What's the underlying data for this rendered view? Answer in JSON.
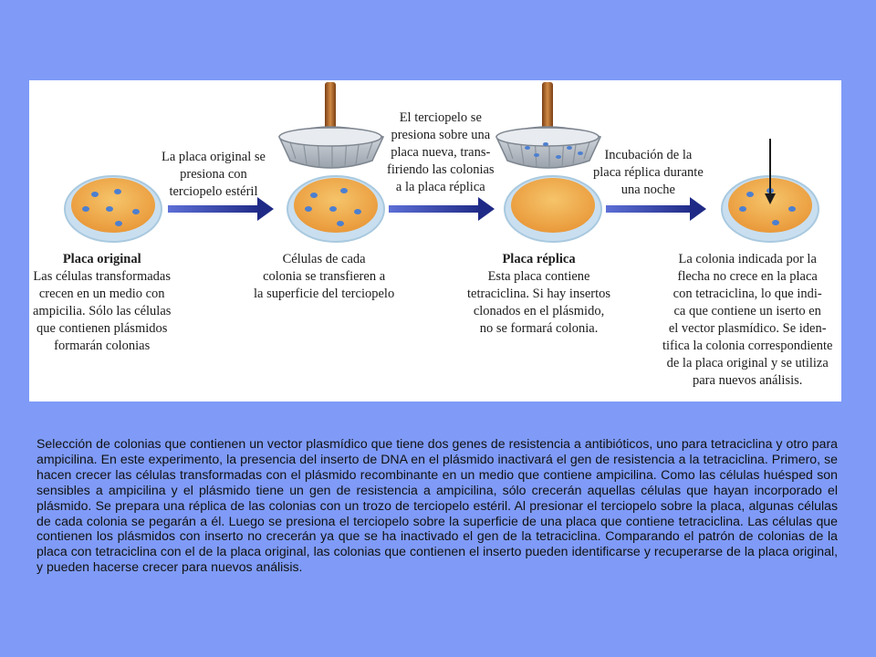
{
  "colors": {
    "background": "#7f9bf7",
    "panel": "#ffffff",
    "agar": "#f1ad4f",
    "colony": "#4c7fd0",
    "dish_rim": "#a9c9df",
    "velvet": "#b9bfc7",
    "handle": "#b86b2c",
    "arrow": "#2f3a9c"
  },
  "icons": {
    "dish": "petri-dish-icon",
    "stamp": "velvet-stamp-icon",
    "arrow": "right-arrow-icon",
    "pointer": "down-arrow-icon"
  },
  "diagram": {
    "step_labels": {
      "press_velvet": [
        "La placa original se",
        "presiona con",
        "terciopelo estéril"
      ],
      "press_new_plate": [
        "El terciopelo se",
        "presiona sobre una",
        "placa nueva, trans-",
        "firiendo las colonias",
        "a la placa réplica"
      ],
      "incubation": [
        "Incubación de la",
        "placa réplica durante",
        "una noche"
      ]
    },
    "captions": {
      "original": {
        "title": "Placa original",
        "lines": [
          "Las células transformadas",
          "crecen en un medio con",
          "ampicilia. Sólo las células",
          "que contienen plásmidos",
          "formarán colonias"
        ]
      },
      "velvet": {
        "lines": [
          "Células de cada",
          "colonia se transfieren a",
          "la superficie del terciopelo"
        ]
      },
      "replica": {
        "title": "Placa réplica",
        "lines": [
          "Esta placa contiene",
          "tetraciclina. Si hay insertos",
          "clonados en el plásmido,",
          "no se formará colonia."
        ]
      },
      "final": {
        "lines": [
          "La colonia indicada por la",
          "flecha no crece en la placa",
          "con tetraciclina, lo que indi-",
          "ca que contiene un iserto en",
          "el vector plasmídico. Se iden-",
          "tifica la colonia correspondiente",
          "de la placa original y se utiliza",
          "para nuevos análisis."
        ]
      }
    }
  },
  "caption_text": "Selección de colonias que contienen un vector plasmídico que tiene dos genes de resistencia a antibióticos, uno para tetraciclina y otro para ampicilina. En este experimento, la presencia del inserto de DNA en el plásmido inactivará el gen de resistencia a la tetraciclina. Primero, se hacen crecer las células transformadas con el plásmido recombinante en un medio que contiene ampicilina. Como las células huésped son sensibles a ampicilina y el plásmido tiene un gen de resistencia a ampicilina, sólo crecerán aquellas células que hayan incorporado el plásmido. Se prepara una réplica de las colonias con un trozo de terciopelo estéril. Al presionar el terciopelo sobre la placa, algunas células de cada colonia se pegarán a él. Luego se presiona el terciopelo sobre la superficie de una placa que contiene tetraciclina. Las células que contienen los plásmidos con inserto no crecerán ya que se ha inactivado el gen de la tetraciclina. Comparando el patrón de colonias de la placa con tetraciclina con el de la placa original, las colonias que contienen el inserto pueden identificarse y recuperarse de la placa original, y pueden hacerse crecer para nuevos análisis."
}
